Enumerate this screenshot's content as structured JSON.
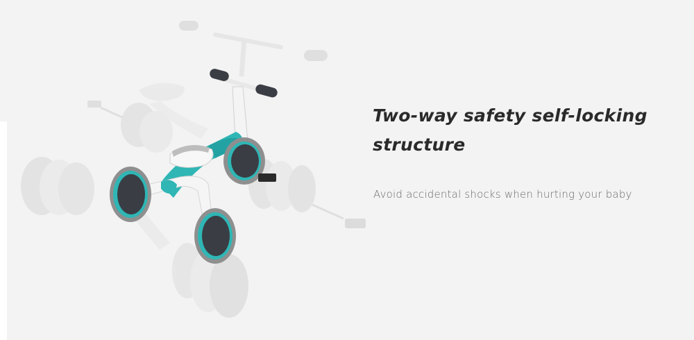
{
  "feature": {
    "title_line1": "Two-way safety self-locking",
    "title_line2": "structure",
    "subtitle": "Avoid accidental shocks when hurting your baby"
  },
  "image": {
    "subject": "exploded-view balance bike",
    "accent_color": "#2fb6b5",
    "tire_color": "#8f8f8f",
    "hub_color": "#3a3d44",
    "frame_color": "#ffffff"
  }
}
